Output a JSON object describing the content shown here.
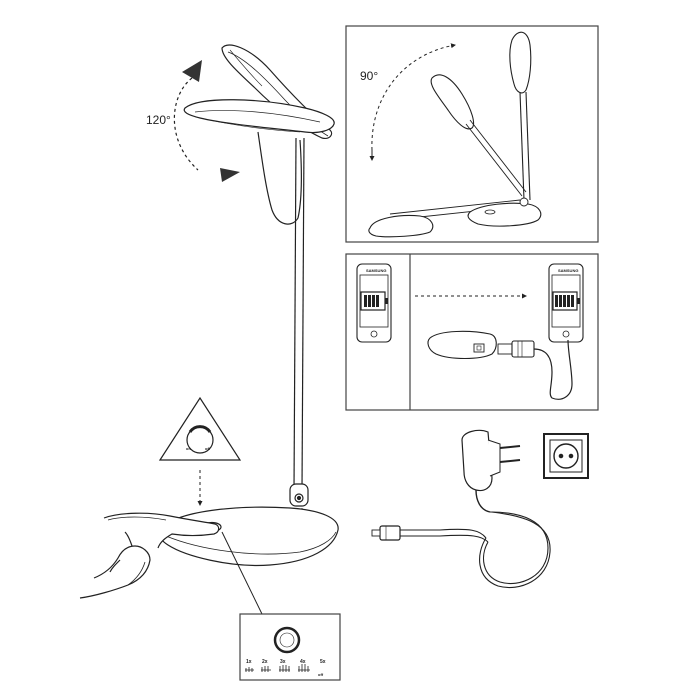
{
  "lamp": {
    "angle_label": "120°"
  },
  "fold_panel": {
    "angle_label": "90°"
  },
  "dimmer_icon": {
    "on_label": "on",
    "off_label": "off"
  },
  "charge_panel": {
    "phone_left_brand": "SAMSUNG",
    "phone_right_brand": "SAMSUNG"
  },
  "mode_panel": {
    "steps": [
      "1x",
      "2x",
      "3x",
      "4x",
      "5x"
    ],
    "off_label": "off"
  },
  "colors": {
    "line": "#222222",
    "arrow_fill": "#333333",
    "panel_border": "#444444"
  }
}
